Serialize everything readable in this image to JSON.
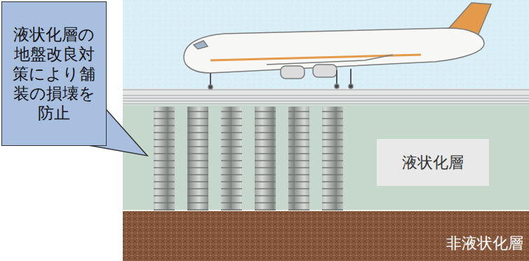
{
  "diagram": {
    "nodes": [
      {
        "text": [
          "液状化層の地盤改良対策により舗装の損壊を防止"
        ]
      },
      {
        "text": [
          "液状化層"
        ]
      },
      {
        "text": [
          "非液状化層"
        ]
      }
    ]
  }
}
